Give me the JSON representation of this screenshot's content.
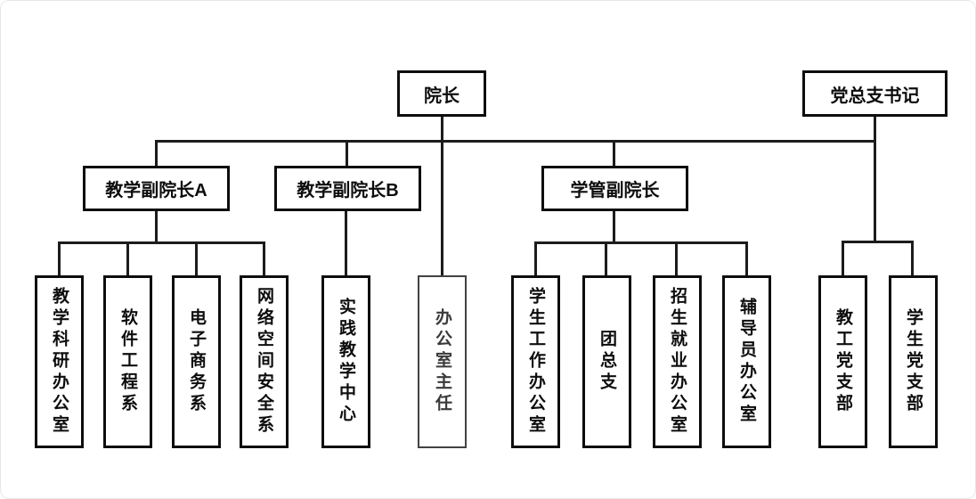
{
  "diagram": {
    "type": "org-chart",
    "background": "#ffffff",
    "colors": {
      "box_border": "#0d0d0d",
      "box_text": "#0d0d0d",
      "line": "#1c1c1c",
      "muted_box_border": "#424242",
      "muted_box_text": "#3a3a3a"
    }
  },
  "nodes": {
    "dean": {
      "label": "院长"
    },
    "party_secretary": {
      "label": "党总支书记"
    },
    "vice_dean_teaching_a": {
      "label": "教学副院长A"
    },
    "vice_dean_teaching_b": {
      "label": "教学副院长B"
    },
    "vice_dean_student_mgmt": {
      "label": "学管副院长"
    },
    "teaching_research_office": {
      "label": "教学科研办公室"
    },
    "software_engineering_dept": {
      "label": "软件工程系"
    },
    "ecommerce_dept": {
      "label": "电子商务系"
    },
    "cyberspace_security_dept": {
      "label": "网络空间安全系"
    },
    "practical_teaching_center": {
      "label": "实践教学中心"
    },
    "office_director": {
      "label": "办公室主任"
    },
    "student_affairs_office": {
      "label": "学生工作办公室"
    },
    "league_general_branch": {
      "label": "团总支"
    },
    "admissions_employment_office": {
      "label": "招生就业办公室"
    },
    "counselor_office": {
      "label": "辅导员办公室"
    },
    "faculty_party_branch": {
      "label": "教工党支部"
    },
    "student_party_branch": {
      "label": "学生党支部"
    }
  },
  "edges": [
    [
      "dean",
      "vice_dean_teaching_a"
    ],
    [
      "dean",
      "vice_dean_teaching_b"
    ],
    [
      "dean",
      "vice_dean_student_mgmt"
    ],
    [
      "dean",
      "office_director"
    ],
    [
      "dean",
      "party_secretary"
    ],
    [
      "vice_dean_teaching_a",
      "teaching_research_office"
    ],
    [
      "vice_dean_teaching_a",
      "software_engineering_dept"
    ],
    [
      "vice_dean_teaching_a",
      "ecommerce_dept"
    ],
    [
      "vice_dean_teaching_a",
      "cyberspace_security_dept"
    ],
    [
      "vice_dean_teaching_b",
      "practical_teaching_center"
    ],
    [
      "vice_dean_student_mgmt",
      "student_affairs_office"
    ],
    [
      "vice_dean_student_mgmt",
      "league_general_branch"
    ],
    [
      "vice_dean_student_mgmt",
      "admissions_employment_office"
    ],
    [
      "vice_dean_student_mgmt",
      "counselor_office"
    ],
    [
      "party_secretary",
      "faculty_party_branch"
    ],
    [
      "party_secretary",
      "student_party_branch"
    ]
  ]
}
